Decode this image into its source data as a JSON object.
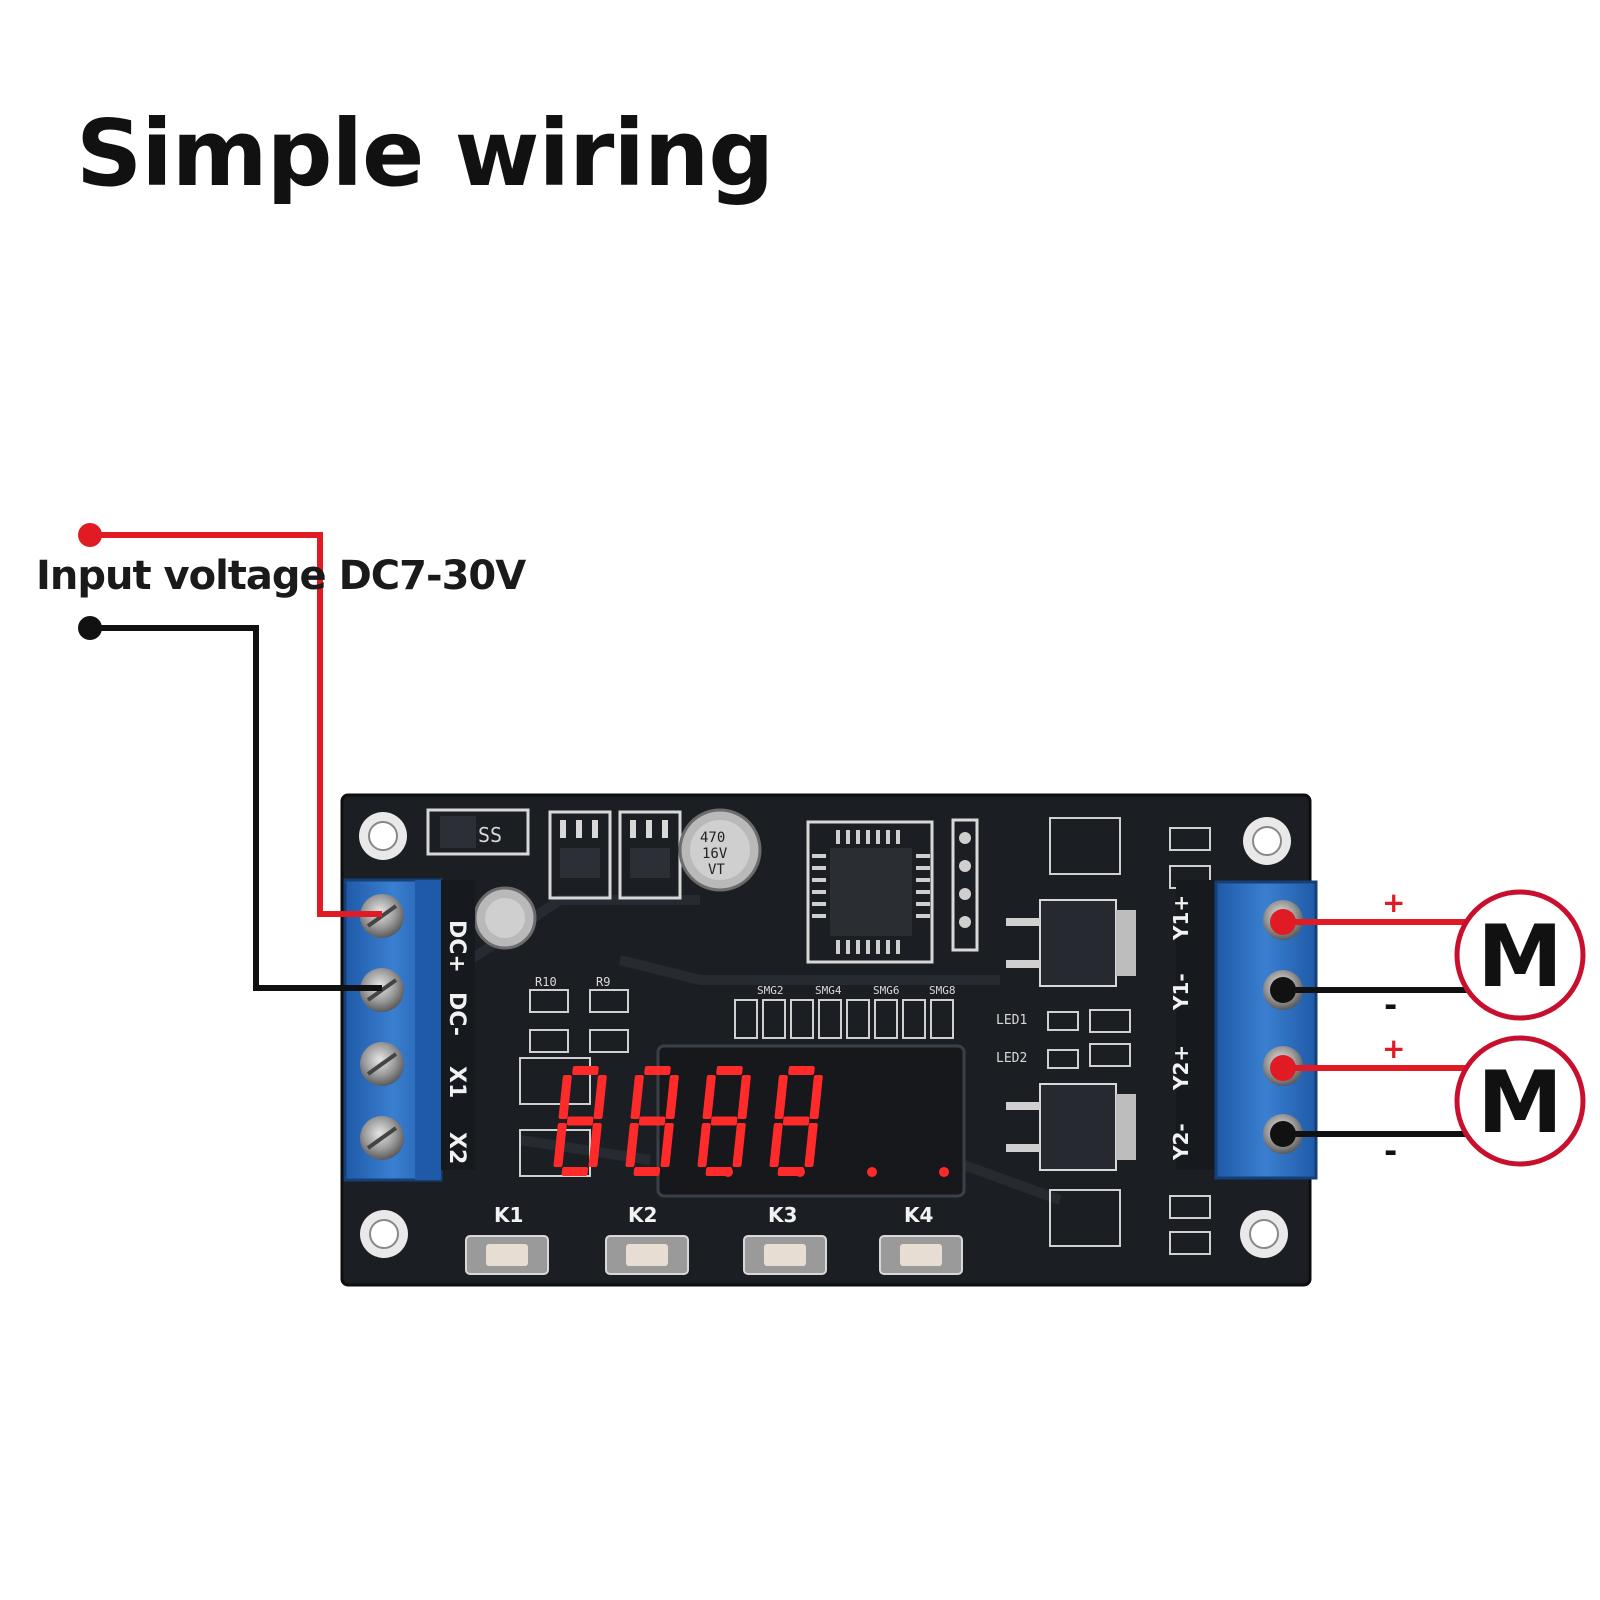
{
  "title": "Simple wiring",
  "input_label": "Input voltage DC7-30V",
  "colors": {
    "positive_wire": "#e01b24",
    "negative_wire": "#111111",
    "pcb": "#1b1f24",
    "terminal_block": "#2f6fc0",
    "display_segment": "#ff2a2a",
    "motor_ring": "#c8102e"
  },
  "board": {
    "left_terminals": [
      "DC+",
      "DC-",
      "X1",
      "X2"
    ],
    "right_terminals": [
      "Y1+",
      "Y1-",
      "Y2+",
      "Y2-"
    ],
    "buttons": [
      "K1",
      "K2",
      "K3",
      "K4"
    ],
    "display_value": "8888",
    "led_labels": [
      "LED1",
      "LED2"
    ],
    "smg_labels": [
      "SMG2",
      "SMG4",
      "SMG6",
      "SMG8"
    ],
    "resistor_labels": [
      "R10",
      "R9"
    ],
    "capacitor_labels": [
      "470",
      "16V",
      "VT"
    ],
    "chip_mark": "SS"
  },
  "outputs": [
    {
      "symbol": "M",
      "plus": "+",
      "minus": "-"
    },
    {
      "symbol": "M",
      "plus": "+",
      "minus": "-"
    }
  ]
}
